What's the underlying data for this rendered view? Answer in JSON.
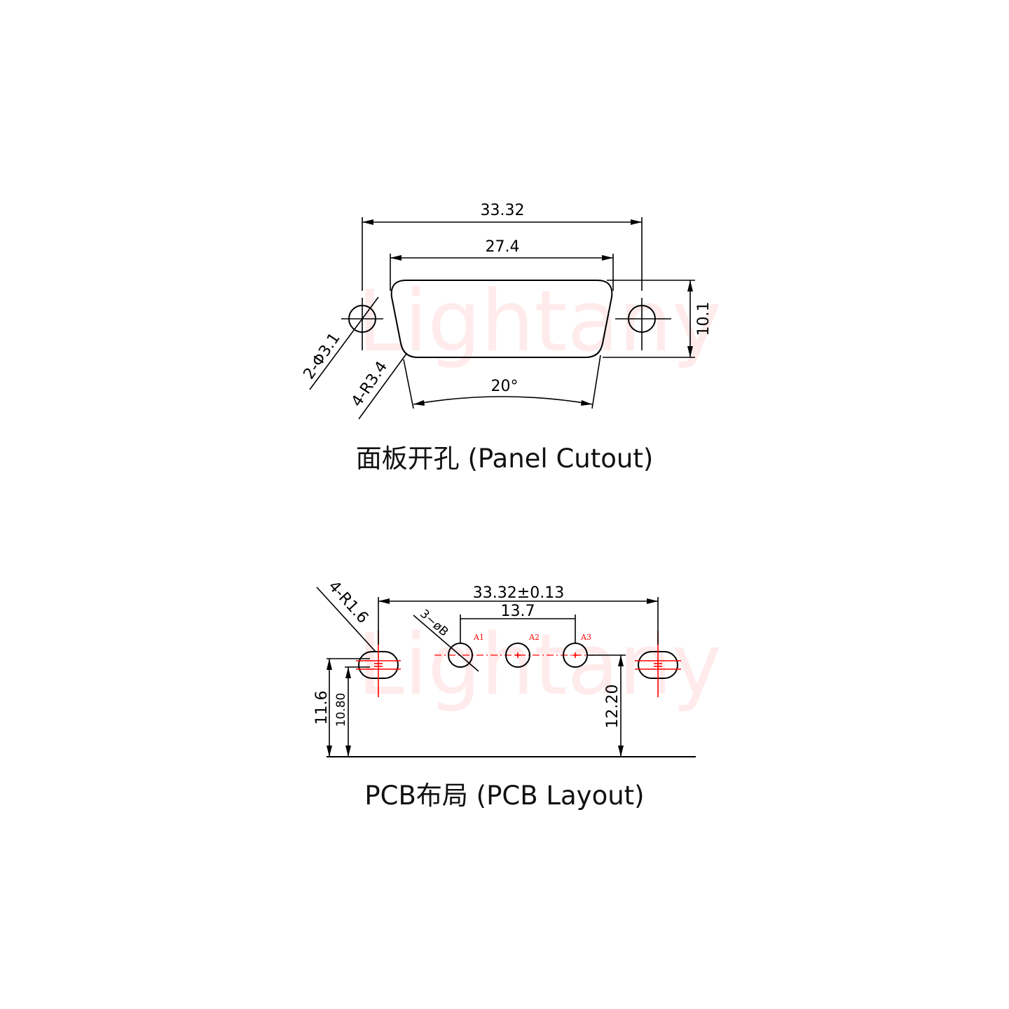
{
  "panel": {
    "dim_overall": "33.32",
    "dim_cutout": "27.4",
    "dim_height": "10.1",
    "dim_hole": "2-Φ3.1",
    "dim_radius": "4-R3.4",
    "dim_angle": "20°",
    "caption": "面板开孔 (Panel Cutout)"
  },
  "pcb": {
    "dim_overall": "33.32±0.13",
    "dim_pitch": "13.7",
    "dim_holes": "3−øB",
    "dim_radius": "4-R1.6",
    "dim_height_a": "11.6",
    "dim_height_b": "10.80",
    "dim_height_c": "12.20",
    "pins": [
      "A1",
      "A2",
      "A3"
    ],
    "caption": "PCB布局 (PCB Layout)"
  },
  "watermark": "Lightany"
}
